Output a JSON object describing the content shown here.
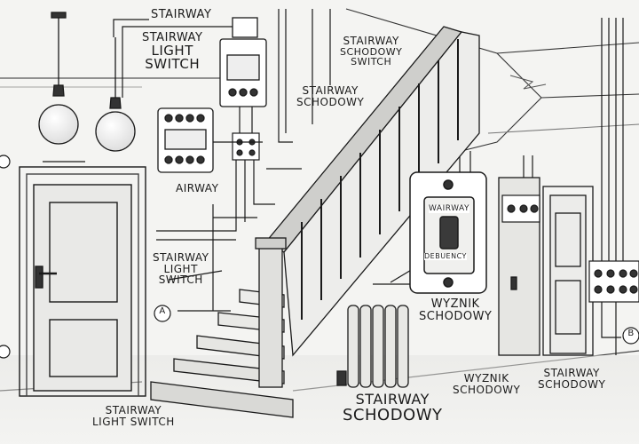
{
  "labels": {
    "top_stairway": "STAIRWAY",
    "stairway_light_switch_title": [
      "STAIRWAY",
      "LIGHT",
      "SWITCH"
    ],
    "stairway_schodowy_switch": [
      "STAIRWAY",
      "SCHODOWY",
      "SWITCH"
    ],
    "stairway_schodowy_mid": [
      "STAIRWAY",
      "SCHODOWY"
    ],
    "airway": "AIRWAY",
    "stairway_light_switch_left": [
      "STAIRWAY",
      "LIGHT",
      "SWITCH"
    ],
    "marker_a": "A",
    "marker_b": "B",
    "bottom_stairway_light_switch": [
      "STAIRWAY",
      "LIGHT SWITCH"
    ],
    "bottom_stairway_schodowy": [
      "STAIRWAY",
      "SCHODOWY"
    ],
    "wyznik_schodowy_right": [
      "WYZNIK",
      "SCHODOWY"
    ],
    "wyznik_schodowy_bottom": [
      "WYZNIK",
      "SCHODOWY"
    ],
    "stairway_schodowy_right": [
      "STAIRWAY",
      "SCHODOWY"
    ],
    "switch_plate_top": "WAIRWAY",
    "switch_plate_bottom": "DEBUENCY"
  },
  "colors": {
    "ink": "#1a1a1a",
    "wall": "#f4f4f2",
    "shade": "#d9d9d6"
  }
}
